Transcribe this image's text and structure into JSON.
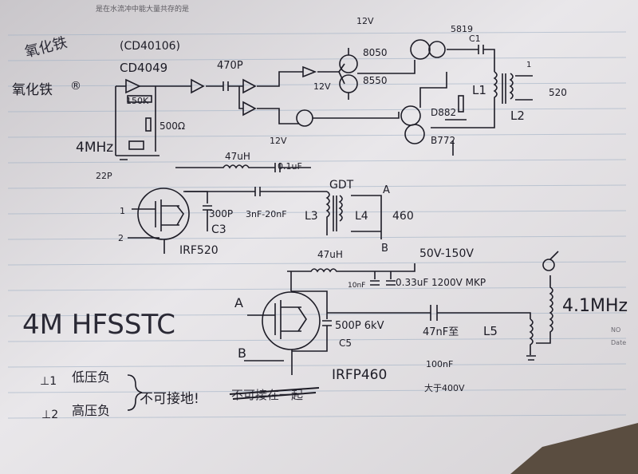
{
  "header": {
    "top_print": "是在水流冲中能大量共存的是",
    "doodle": "氧化铁"
  },
  "title": {
    "cn_name": "氧化铁",
    "registered_mark": "®",
    "main": "4M HFSSTC"
  },
  "oscillator": {
    "ic_pkg": "(CD40106)",
    "ic": "CD4049",
    "r1": "150K",
    "r2": "500Ω",
    "crystal": "4MHz",
    "cap": "22P",
    "coupling_cap": "470P"
  },
  "driver": {
    "vcc1": "12V",
    "vcc2": "12V",
    "q1": "8050",
    "q2": "8550",
    "q3": "D882",
    "q4": "B772",
    "part": "5819",
    "cap": "C1",
    "xfmr": "L1",
    "xfmr2": "L2",
    "out": "520",
    "out_mark": "1"
  },
  "mid_stage": {
    "inductor": "47uH",
    "vcc": "12V",
    "bypass": "0.1uF",
    "cap3": "300P",
    "cap3_label": "C3",
    "series_cap": "3nF-20nF",
    "inductor3": "L3",
    "gdt": "GDT",
    "l4": "L4",
    "l4_val": "460",
    "a_label": "A",
    "b_label": "B",
    "mosfet": "IRF520",
    "gate": "1",
    "source": "2"
  },
  "power_stage": {
    "inductor": "47uH",
    "supply": "50V-150V",
    "c_small": "10nF",
    "c_big": "0.33uF 1200V MKP",
    "cap5": "500P 6kV",
    "cap5_label": "C5",
    "series_cap": "47nF至",
    "series_cap2": "100nF",
    "series_cap3": "大于400V",
    "l5": "L5",
    "mosfet": "IRFP460",
    "a_label": "A",
    "b_label": "B",
    "freq": "4.1MHz"
  },
  "legend": {
    "g1_sym": "⊥1",
    "g1_text": "低压负",
    "g2_sym": "⊥2",
    "g2_text": "高压负",
    "note": "不可接地!",
    "struck": "不可接在一起"
  },
  "margin_print": {
    "no": "NO",
    "date": "Date"
  },
  "colors": {
    "ink": "#1d1c26",
    "paper": "#e6e4e8",
    "edge": "#3a332c"
  }
}
